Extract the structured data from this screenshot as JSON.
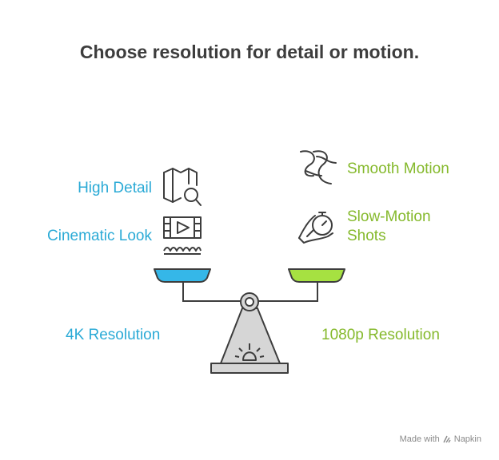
{
  "title": "Choose resolution for detail or motion.",
  "left": {
    "option": "4K Resolution",
    "features": [
      "High Detail",
      "Cinematic Look"
    ],
    "color": "#2aaad6"
  },
  "right": {
    "option": "1080p Resolution",
    "features": [
      "Smooth Motion",
      "Slow-Motion",
      "Shots"
    ],
    "color": "#85b92c"
  },
  "footer": {
    "made_with": "Made with",
    "brand": "Napkin"
  }
}
